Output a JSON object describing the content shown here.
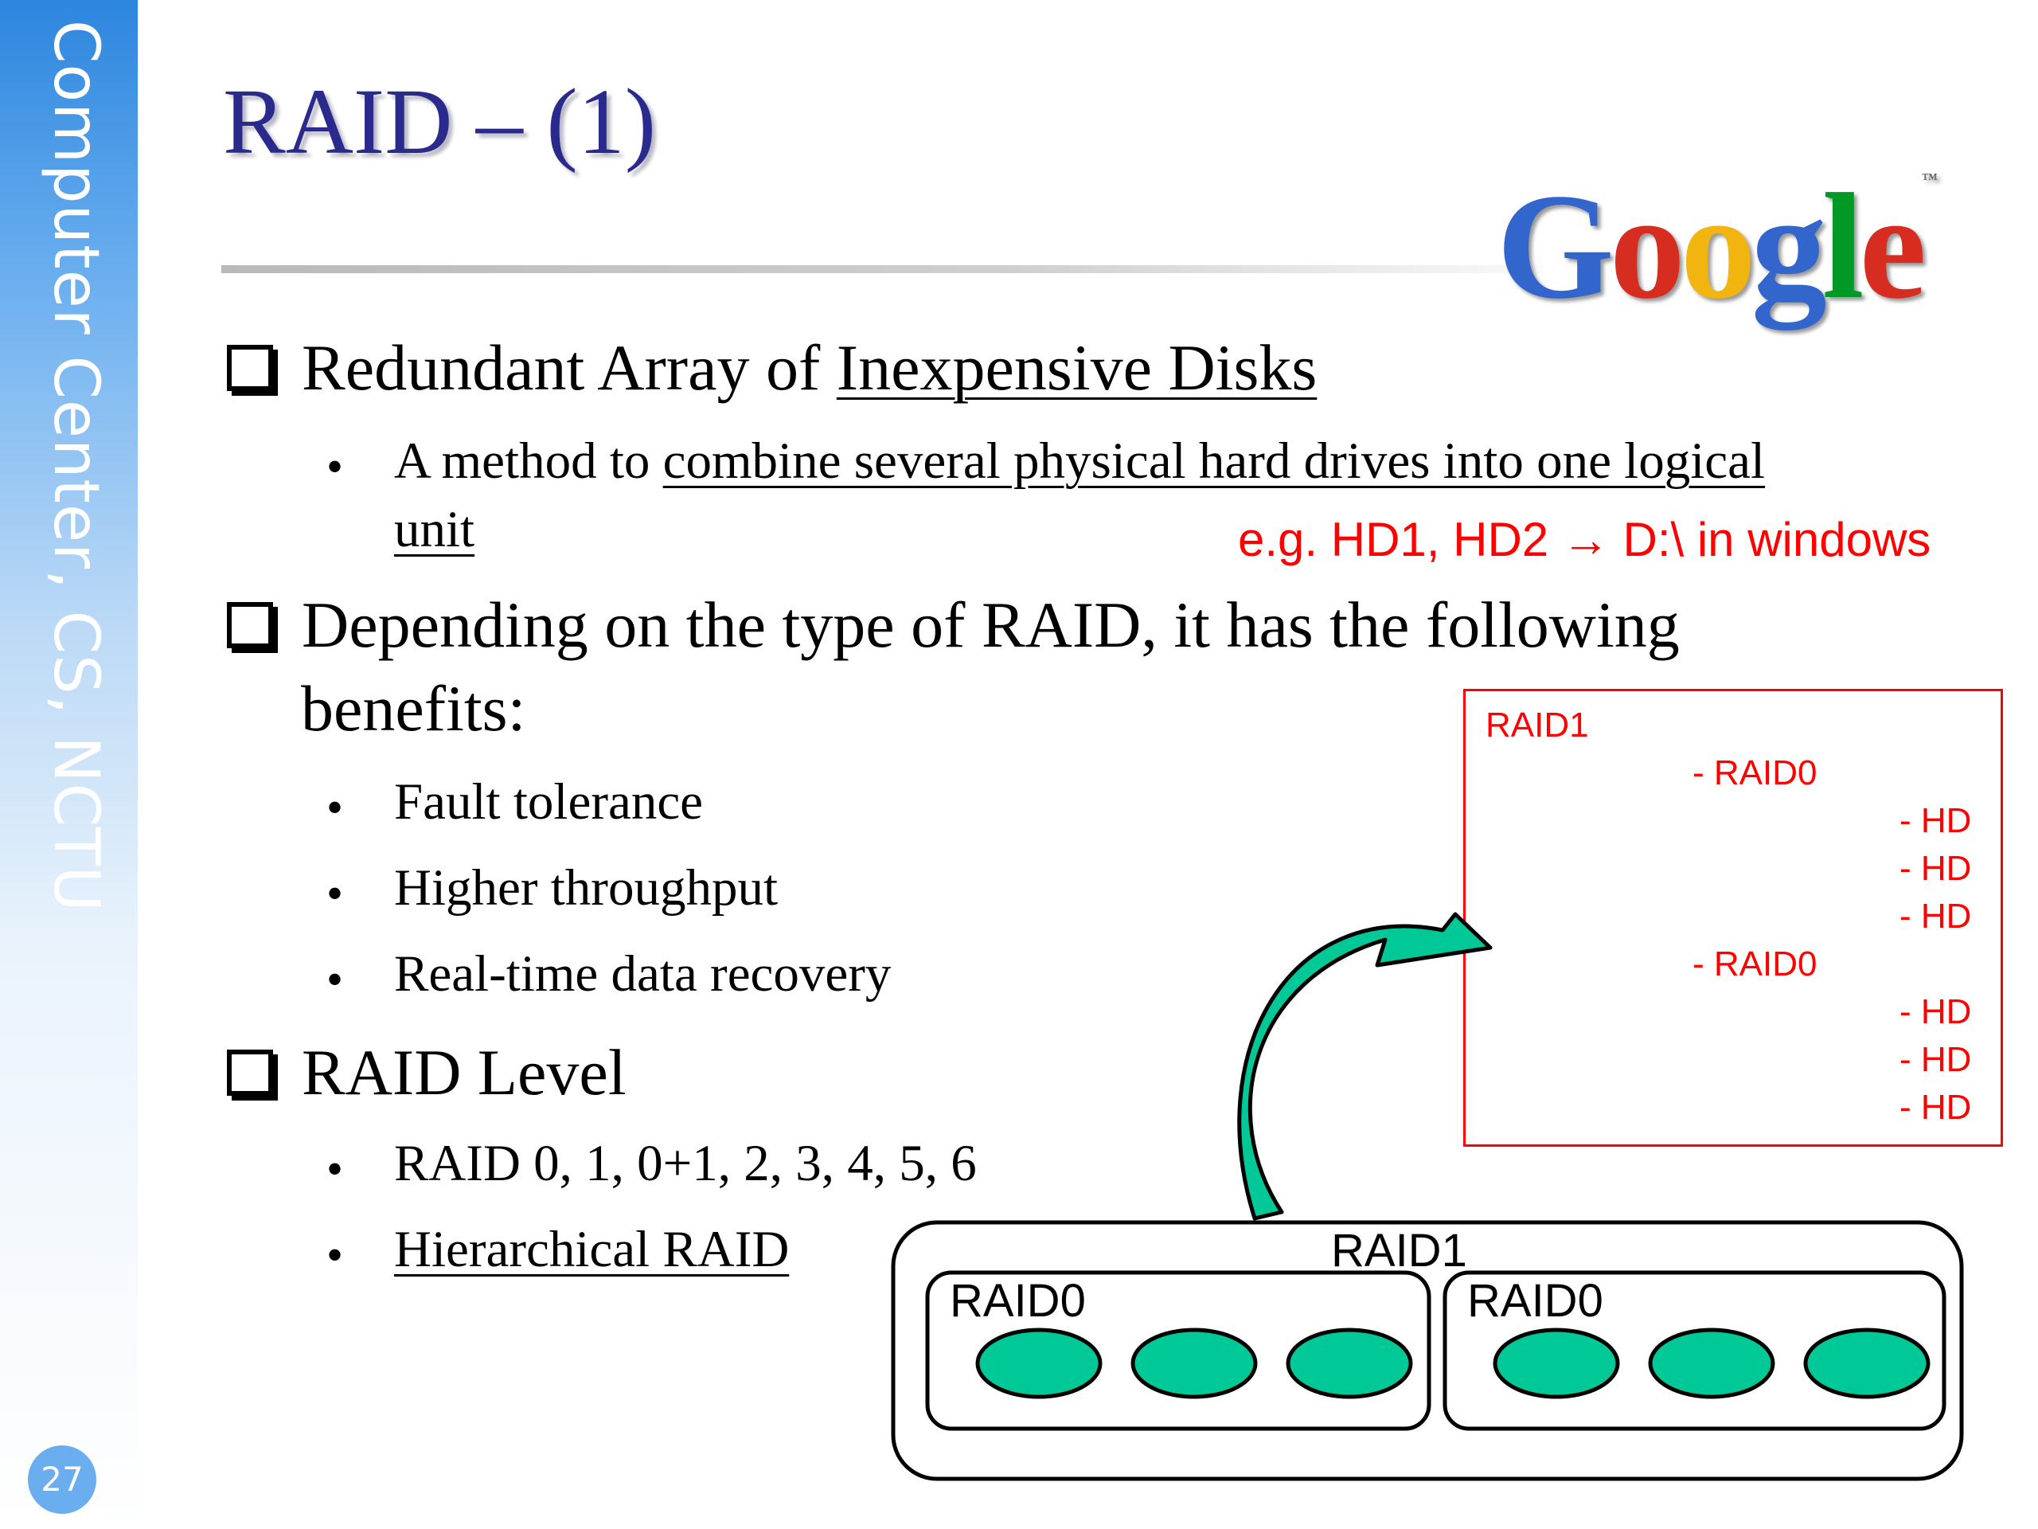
{
  "sidebar": {
    "label": "Computer Center, CS, NCTU",
    "page_number": "27"
  },
  "title": "RAID – (1)",
  "logo": {
    "letters": [
      "G",
      "o",
      "o",
      "g",
      "l",
      "e"
    ],
    "colors": [
      "#3366cc",
      "#d62d20",
      "#f2b50f",
      "#3366cc",
      "#009925",
      "#d62d20"
    ],
    "trademark": "™"
  },
  "bullets": {
    "b1": {
      "pre": "Redundant Array of ",
      "underlined": "Inexpensive Disks"
    },
    "b1_sub": {
      "pre": "A method to ",
      "underlined_line1": "combine several physical hard drives into one logical",
      "underlined_line2": "unit"
    },
    "note": "e.g. HD1, HD2 → D:\\ in windows",
    "b2": {
      "line1": "Depending on the type of RAID, it has the following",
      "line2": "benefits:"
    },
    "b2_sub": [
      "Fault tolerance",
      "Higher throughput",
      "Real-time data recovery"
    ],
    "b3": "RAID Level",
    "b3_sub": {
      "levels": "RAID 0, 1, 0+1, 2, 3, 4, 5, 6",
      "hierarchical": "Hierarchical RAID"
    }
  },
  "tree": {
    "root": "RAID1",
    "children": [
      {
        "label": "- RAID0",
        "disks": [
          "- HD",
          "- HD",
          "- HD"
        ]
      },
      {
        "label": "- RAID0",
        "disks": [
          "- HD",
          "- HD",
          "- HD"
        ]
      }
    ]
  },
  "diagram": {
    "outer_label": "RAID1",
    "groups": [
      {
        "label": "RAID0",
        "disks": 3
      },
      {
        "label": "RAID0",
        "disks": 3
      }
    ],
    "disk_color": "#00c896",
    "arrow_color": "#00c896"
  }
}
